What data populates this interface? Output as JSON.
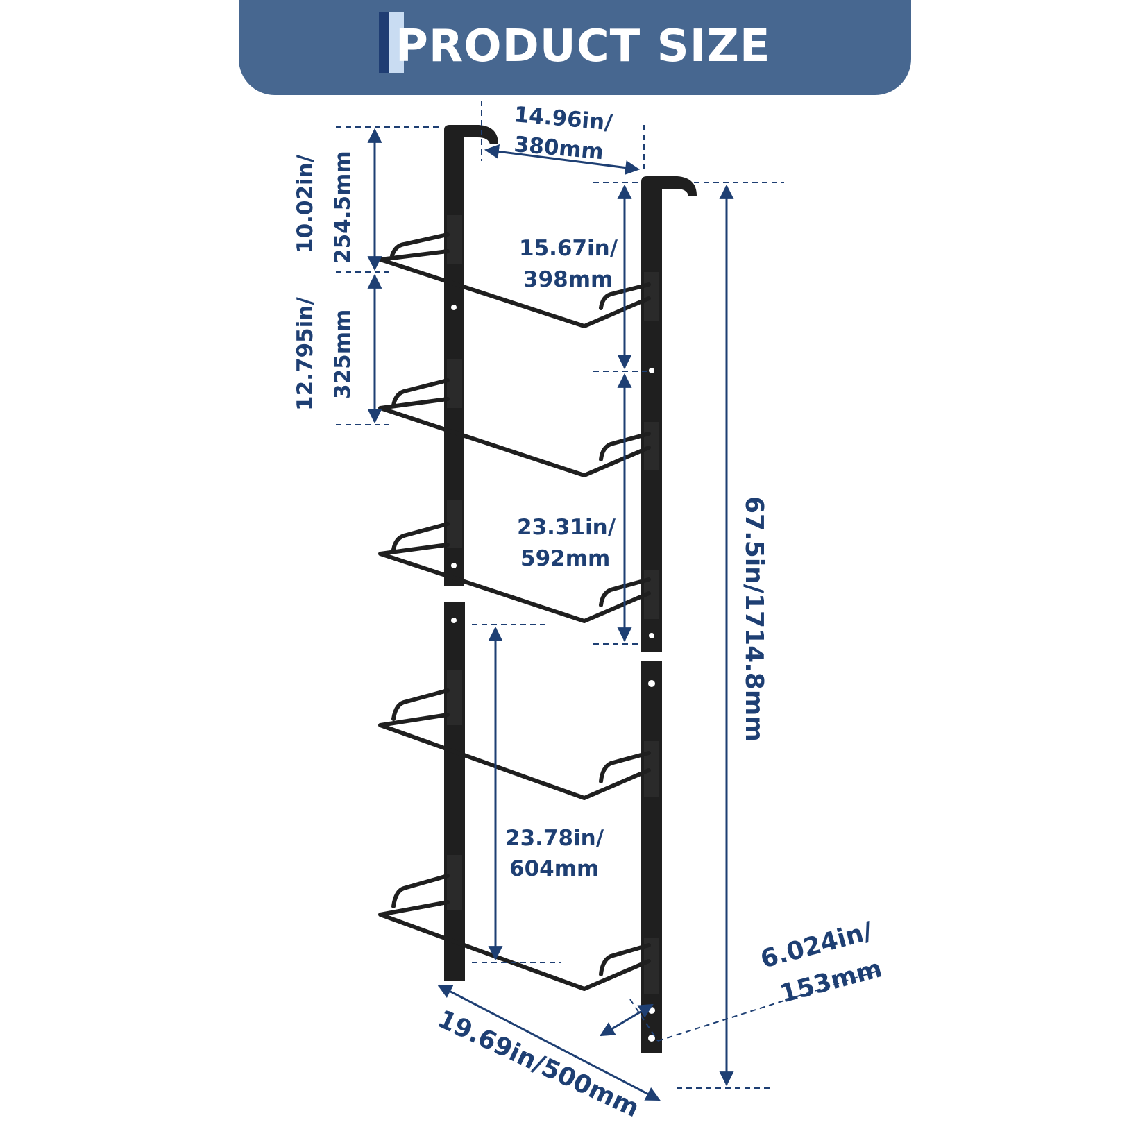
{
  "header": {
    "title": "PRODUCT SIZE",
    "accent_dark": "#1f3d73",
    "accent_light": "#c9dcf2",
    "background": "#476790"
  },
  "colors": {
    "dimension": "#1e3f73",
    "product": "#1f1f1f"
  },
  "dimensions": {
    "rail_spacing": {
      "line1": "14.96in/",
      "line2": "380mm"
    },
    "top_spacing": {
      "line1": "10.02in/",
      "line2": "254.5mm"
    },
    "second_spacing": {
      "line1": "12.795in/",
      "line2": "325mm"
    },
    "upper_rail_gap": {
      "line1": "15.67in/",
      "line2": "398mm"
    },
    "upper_section": {
      "line1": "23.31in/",
      "line2": "592mm"
    },
    "lower_section": {
      "line1": "23.78in/",
      "line2": "604mm"
    },
    "total_height": {
      "text": "67.5in/1714.8mm"
    },
    "depth": {
      "line1": "6.024in/",
      "line2": "153mm"
    },
    "width": {
      "text": "19.69in/500mm"
    }
  }
}
